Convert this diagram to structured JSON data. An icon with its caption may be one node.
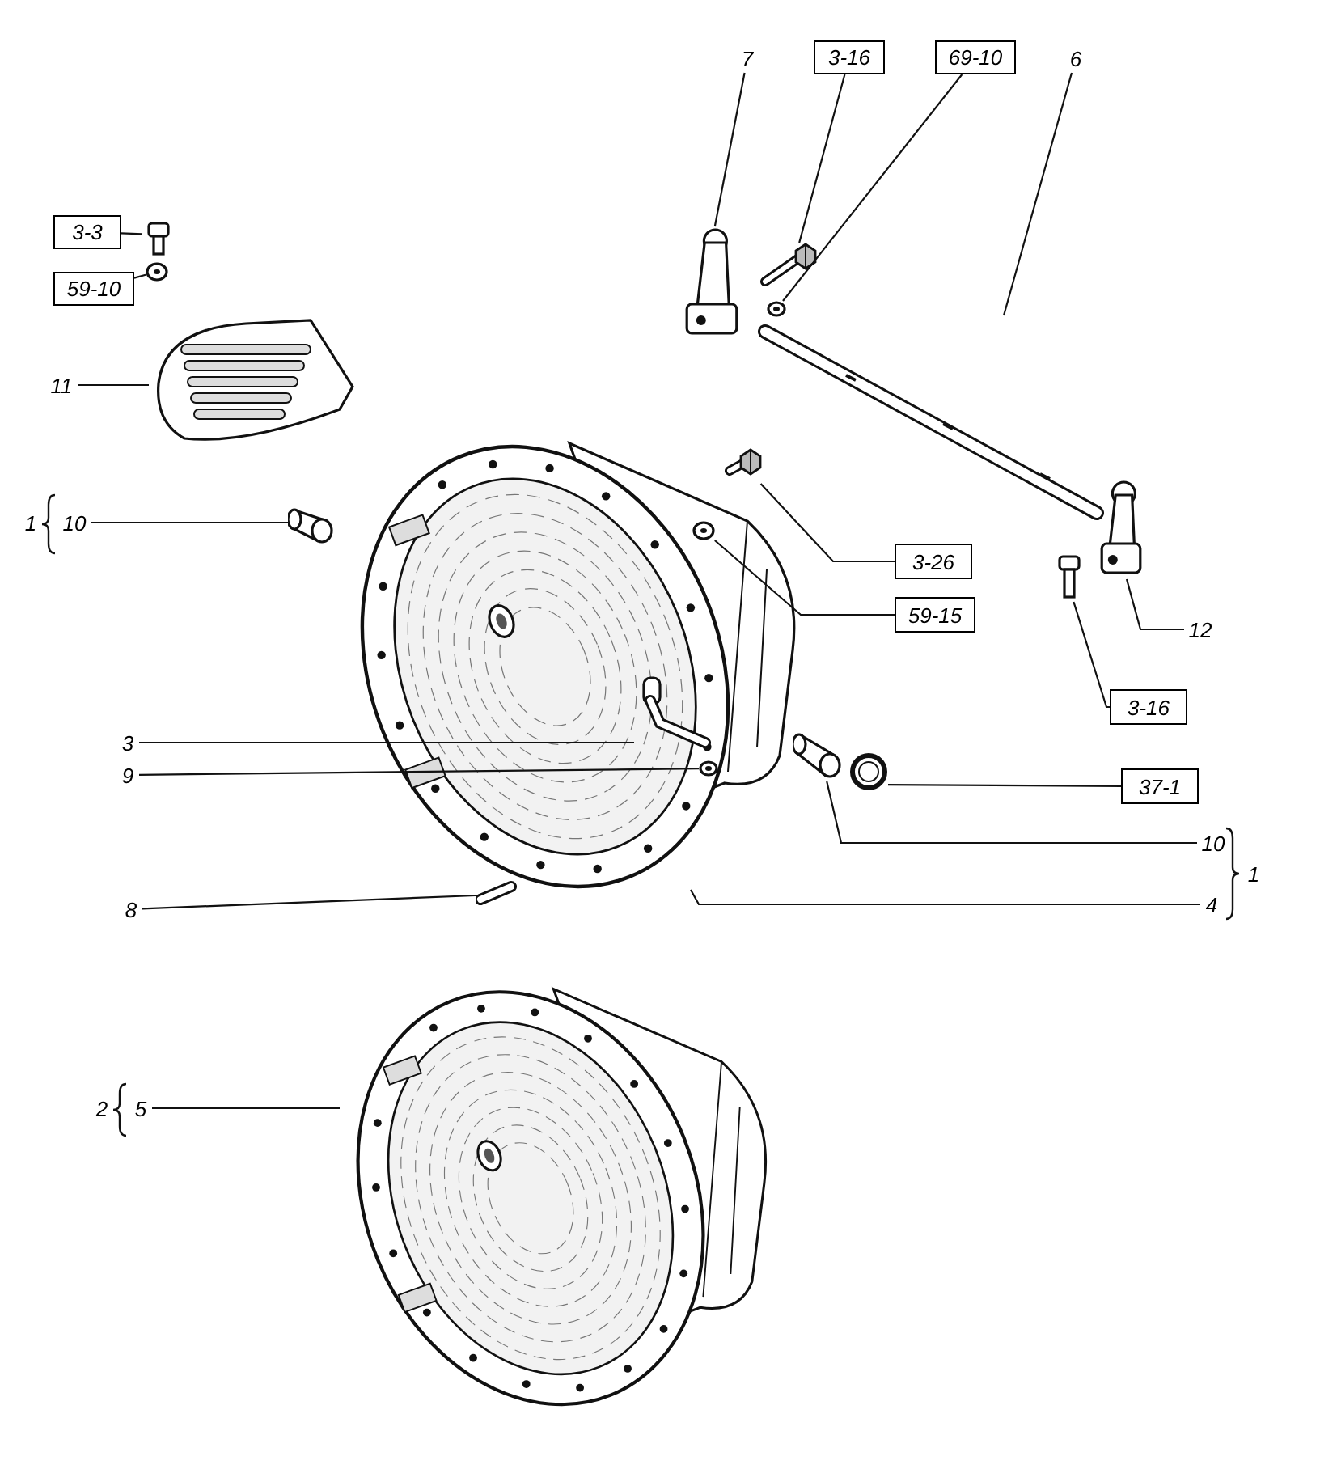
{
  "diagram": {
    "nodes": [
      {
        "text": [
          "7"
        ]
      },
      {
        "text": [
          "3-16"
        ]
      },
      {
        "text": [
          "69-10"
        ]
      },
      {
        "text": [
          "6"
        ]
      },
      {
        "text": [
          "3-3"
        ]
      },
      {
        "text": [
          "59-10"
        ]
      },
      {
        "text": [
          "11"
        ]
      },
      {
        "text": [
          "10"
        ]
      },
      {
        "text": [
          "3-26"
        ]
      },
      {
        "text": [
          "59-15"
        ]
      },
      {
        "text": [
          "12"
        ]
      },
      {
        "text": [
          "3-16"
        ]
      },
      {
        "text": [
          "3"
        ]
      },
      {
        "text": [
          "9"
        ]
      },
      {
        "text": [
          "37-1"
        ]
      },
      {
        "text": [
          "10"
        ]
      },
      {
        "text": [
          "4"
        ]
      },
      {
        "text": [
          "8"
        ]
      },
      {
        "text": [
          "5"
        ]
      },
      {
        "text": [],
        "shape": "picture"
      },
      {
        "text": [],
        "shape": "picture"
      },
      {
        "text": [],
        "shape": "picture"
      },
      {
        "text": [],
        "shape": "picture"
      },
      {
        "text": [],
        "shape": "picture"
      },
      {
        "text": [],
        "shape": "picture"
      },
      {
        "text": [],
        "shape": "picture"
      },
      {
        "text": [],
        "shape": "picture"
      },
      {
        "text": [],
        "shape": "picture"
      },
      {
        "text": [],
        "shape": "picture"
      },
      {
        "text": [],
        "shape": "picture"
      },
      {
        "text": [],
        "shape": "picture"
      },
      {
        "text": [],
        "shape": "picture"
      },
      {
        "text": [],
        "shape": "picture",
        "in": 27
      },
      {
        "text": [],
        "shape": "picture",
        "in": 27
      },
      {
        "text": [],
        "shape": "picture"
      },
      {
        "text": [],
        "shape": "picture"
      },
      {
        "text": [],
        "shape": "picture"
      },
      {
        "text": [],
        "shape": "picture"
      }
    ],
    "edges": [
      {
        "from": 0,
        "to": 19,
        "arrow": "none"
      },
      {
        "from": 1,
        "to": 20,
        "arrow": "none"
      },
      {
        "from": 2,
        "to": 21,
        "arrow": "none"
      },
      {
        "from": 3,
        "to": 22,
        "arrow": "none"
      },
      {
        "from": 4,
        "to": 23,
        "arrow": "none"
      },
      {
        "from": 5,
        "to": 24,
        "arrow": "none"
      },
      {
        "from": 6,
        "to": 25,
        "arrow": "none"
      },
      {
        "from": 7,
        "to": 26,
        "arrow": "none"
      },
      {
        "from": 8,
        "to": 28,
        "arrow": "none"
      },
      {
        "from": 9,
        "to": 29,
        "arrow": "none"
      },
      {
        "from": 10,
        "to": 30,
        "arrow": "none"
      },
      {
        "from": 11,
        "to": 31,
        "arrow": "none"
      },
      {
        "from": 12,
        "to": 32,
        "arrow": "none"
      },
      {
        "from": 13,
        "to": 33,
        "arrow": "none"
      },
      {
        "from": 14,
        "to": 35,
        "arrow": "none"
      },
      {
        "from": 15,
        "to": 34,
        "arrow": "none"
      },
      {
        "from": 16,
        "to": 27,
        "arrow": "none"
      },
      {
        "from": 17,
        "to": 36,
        "arrow": "none"
      },
      {
        "from": 18,
        "to": 37,
        "arrow": "none"
      }
    ],
    "labels": [
      "1",
      "1",
      "2"
    ]
  }
}
